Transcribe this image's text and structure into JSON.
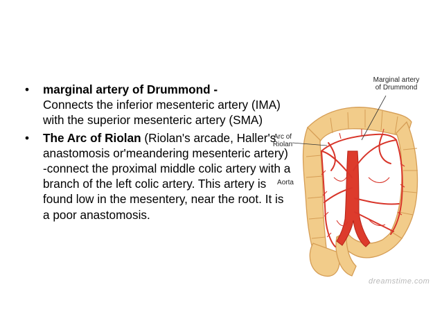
{
  "bullets": [
    {
      "marker": "•",
      "title": " marginal artery of Drummond -",
      "body": "Connects the inferior mesenteric artery (IMA) with the superior mesenteric artery (SMA)"
    },
    {
      "marker": "•",
      "title": "The Arc of Riolan",
      "body": " (Riolan's arcade, Haller's anastomosis or'meandering mesenteric artery) -connect the proximal middle colic artery with a branch of the left colic artery. This artery is found low in the mesentery, near the root. It is a poor anastomosis."
    }
  ],
  "figure": {
    "label_marginal_line1": "Marginal artery",
    "label_marginal_line2": "of Drummond",
    "label_arc_line1": "Arc of",
    "label_arc_line2": "Riolan",
    "label_aorta": "Aorta",
    "watermark": "dreamstime.com"
  },
  "colors": {
    "colon": "#f2cc8a",
    "colon_outline": "#d59d55",
    "artery": "#d8352a",
    "aorta": "#dd3b2c",
    "text": "#000000"
  }
}
